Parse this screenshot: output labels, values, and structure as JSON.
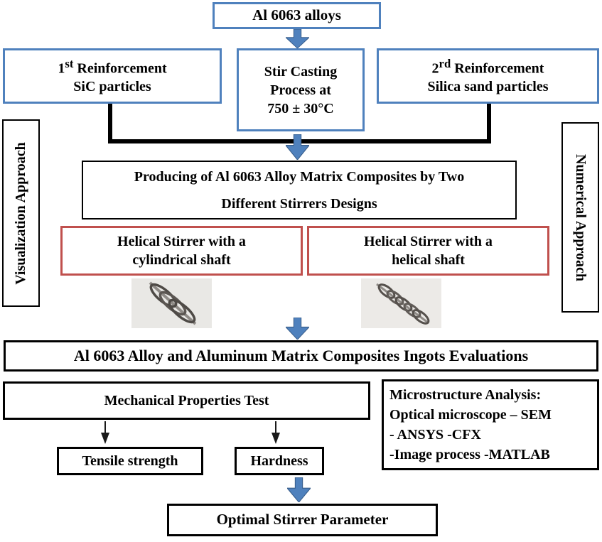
{
  "colors": {
    "blue_accent": "#4f81bd",
    "red_accent": "#c0504d",
    "line_black": "#000000"
  },
  "top": {
    "al_alloys": "Al 6063 alloys"
  },
  "row2": {
    "reinf1": {
      "num": "1",
      "sup": "st",
      "rest": " Reinforcement",
      "line2": "SiC particles"
    },
    "stir": {
      "line1": "Stir Casting",
      "line2": "Process at",
      "line3": "750 ± 30°C"
    },
    "reinf2": {
      "num": "2",
      "sup": "rd",
      "rest": " Reinforcement",
      "line2": "Silica sand particles"
    }
  },
  "side": {
    "left": "Visualization Approach",
    "right": "Numerical Approach"
  },
  "producing": {
    "line1": "Producing of Al 6063 Alloy Matrix Composites by Two",
    "line2": "Different Stirrers Designs"
  },
  "stirrers": {
    "left": {
      "line1": "Helical Stirrer with a",
      "line2": "cylindrical shaft"
    },
    "right": {
      "line1": "Helical Stirrer with a",
      "line2": "helical shaft"
    }
  },
  "evaluations": "Al 6063 Alloy and Aluminum Matrix Composites Ingots Evaluations",
  "mechanical": "Mechanical Properties Test",
  "microstructure": {
    "line1": "Microstructure Analysis:",
    "line2": "Optical microscope – SEM",
    "line3": "- ANSYS -CFX",
    "line4": "-Image process -MATLAB"
  },
  "tensile": "Tensile strength",
  "hardness": "Hardness",
  "optimal": "Optimal Stirrer Parameter"
}
